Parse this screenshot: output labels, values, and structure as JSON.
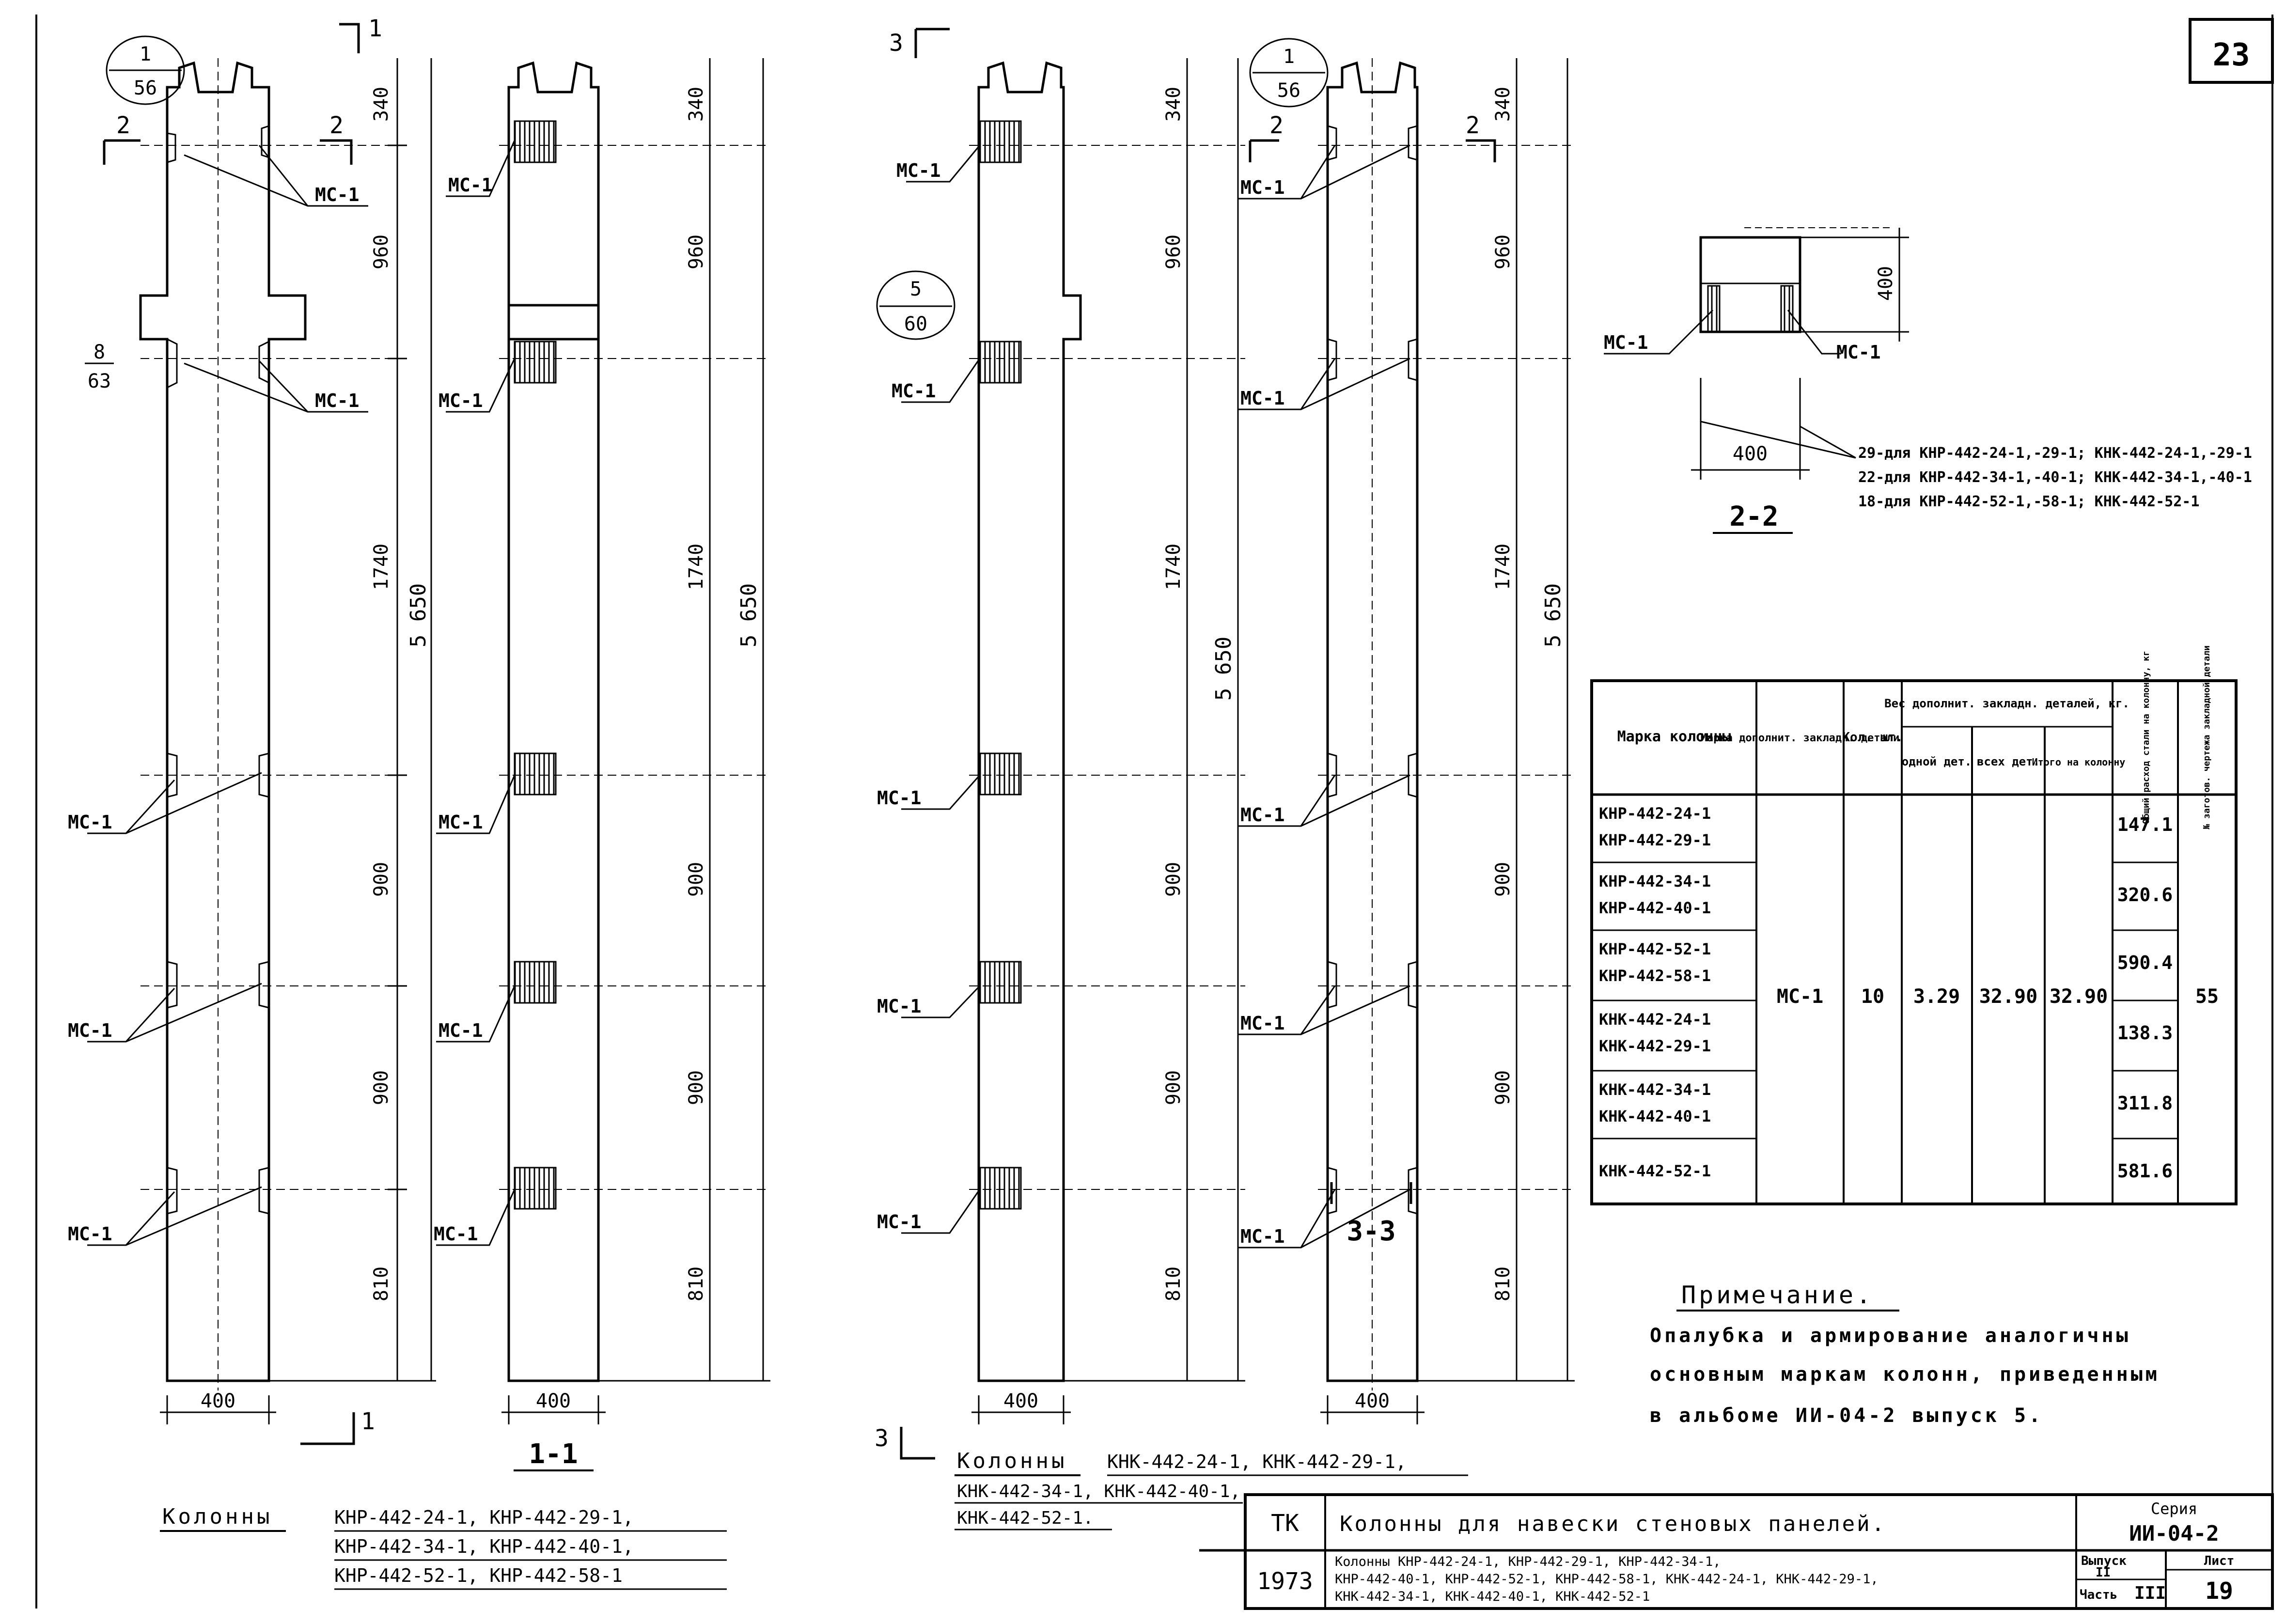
{
  "sheet": {
    "number": "23"
  },
  "dims": {
    "d340": "340",
    "d960": "960",
    "d1740": "1740",
    "d900": "900",
    "d810": "810",
    "d5650": "5 650",
    "d400": "400"
  },
  "labels": {
    "ms1": "МС-1",
    "callout_1_56": [
      "1",
      "56"
    ],
    "callout_5_60": [
      "5",
      "60"
    ],
    "callout_8_63": [
      "8",
      "63"
    ],
    "cut1": "1",
    "cut2": "2",
    "cut3": "3",
    "section_1_1": "1-1",
    "section_2_2": "2-2",
    "section_3_3": "3-3"
  },
  "captions": {
    "left": {
      "prefix": "Колонны",
      "lines": [
        "КНР-442-24-1, КНР-442-29-1,",
        "КНР-442-34-1, КНР-442-40-1,",
        "КНР-442-52-1, КНР-442-58-1"
      ]
    },
    "right": {
      "prefix": "Колонны",
      "lines": [
        "КНК-442-24-1, КНК-442-29-1,",
        "КНК-442-34-1, КНК-442-40-1,",
        "КНК-442-52-1."
      ]
    }
  },
  "section22": {
    "height": "400",
    "width": "400",
    "label": "2-2",
    "notes": [
      "29-для КНР-442-24-1,-29-1; КНК-442-24-1,-29-1",
      "22-для КНР-442-34-1,-40-1; КНК-442-34-1,-40-1",
      "18-для КНР-442-52-1,-58-1; КНК-442-52-1"
    ]
  },
  "table": {
    "headers": {
      "mark": "Марка колонны",
      "part": "Марка дополнит. закладн. детали",
      "qty": "Кол. шт.",
      "weight": "Вес дополнит. закладн. деталей, кг.",
      "one": "одной дет.",
      "all": "всех дет.",
      "per_col": "Итого на колонну",
      "total": "Общий расход стали на колонну, кг",
      "drawing": "№ заготов. чертежа закладной детали"
    },
    "groups": [
      {
        "marks": [
          "КНР-442-24-1",
          "КНР-442-29-1"
        ],
        "total": "147.1"
      },
      {
        "marks": [
          "КНР-442-34-1",
          "КНР-442-40-1"
        ],
        "total": "320.6"
      },
      {
        "marks": [
          "КНР-442-52-1",
          "КНР-442-58-1"
        ],
        "total": "590.4"
      },
      {
        "marks": [
          "КНК-442-24-1",
          "КНК-442-29-1"
        ],
        "total": "138.3"
      },
      {
        "marks": [
          "КНК-442-34-1",
          "КНК-442-40-1"
        ],
        "total": "311.8"
      },
      {
        "marks": [
          "КНК-442-52-1"
        ],
        "total": "581.6"
      }
    ],
    "common": {
      "part": "МС-1",
      "qty": "10",
      "one": "3.29",
      "all": "32.90",
      "per_col": "32.90",
      "drawing": "55"
    }
  },
  "note": {
    "title": "Примечание.",
    "lines": [
      "Опалубка и армирование аналогичны",
      "основным маркам колонн, приведенным",
      "в альбоме ИИ-04-2 выпуск 5."
    ]
  },
  "title_block": {
    "org": "ТК",
    "year": "1973",
    "title": "Колонны для навески стеновых панелей.",
    "desc": [
      "Колонны КНР-442-24-1, КНР-442-29-1, КНР-442-34-1,",
      "КНР-442-40-1, КНР-442-52-1, КНР-442-58-1, КНК-442-24-1, КНК-442-29-1,",
      "КНК-442-34-1, КНК-442-40-1, КНК-442-52-1"
    ],
    "series_label": "Серия",
    "series": "ИИ-04-2",
    "issue_label": "Выпуск",
    "issue": "II",
    "part_label": "Часть",
    "part": "III",
    "sheet_label": "Лист",
    "sheet": "19"
  }
}
